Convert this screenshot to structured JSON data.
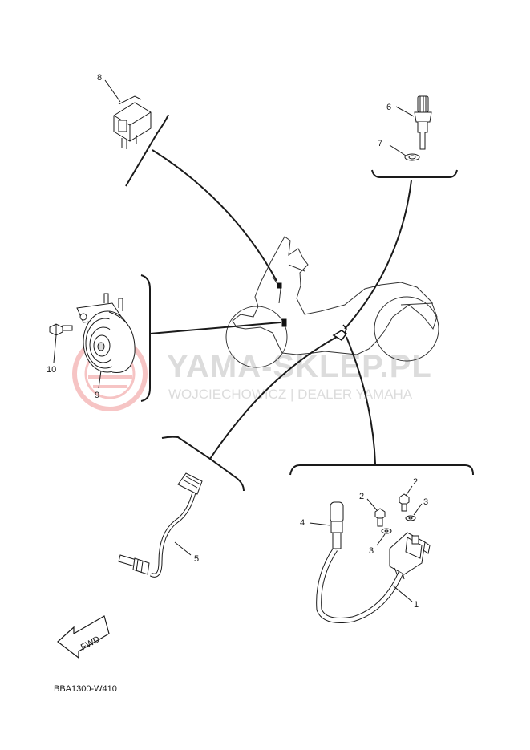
{
  "diagram_code": "BBA1300-W410",
  "fwd_label": "FWD",
  "watermark": {
    "title": "YAMA-SKLEP.PL",
    "subtitle": "WOJCIECHOWICZ | DEALER YAMAHA"
  },
  "parts": {
    "p1": "1",
    "p2a": "2",
    "p2b": "2",
    "p3a": "3",
    "p3b": "3",
    "p4": "4",
    "p5": "5",
    "p6": "6",
    "p7": "7",
    "p8": "8",
    "p9": "9",
    "p10": "10"
  }
}
